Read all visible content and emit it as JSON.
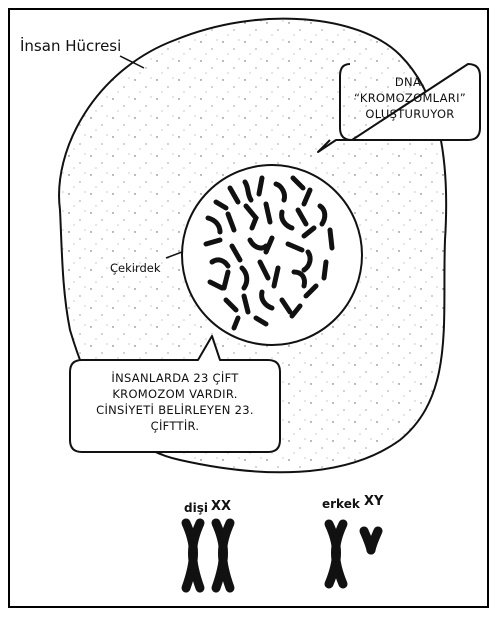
{
  "cell_label": "İnsan Hücresi",
  "nucleus_label": "Çekirdek",
  "bubble_dna": {
    "line1": "DNA,",
    "line2": "“KROMOZOMLARI”",
    "line3": "OLUŞTURUYOR"
  },
  "bubble_chromosomes": {
    "line1": "İNSANLARDA 23 ÇİFT",
    "line2": "KROMOZOM VARDIR.",
    "line3": "CİNSİYETİ BELİRLEYEN 23.",
    "line4": "ÇİFTTİR."
  },
  "female_label": "dişi",
  "female_code": "XX",
  "male_label": "erkek",
  "male_code": "XY",
  "colors": {
    "ink": "#111111",
    "background": "#ffffff"
  }
}
